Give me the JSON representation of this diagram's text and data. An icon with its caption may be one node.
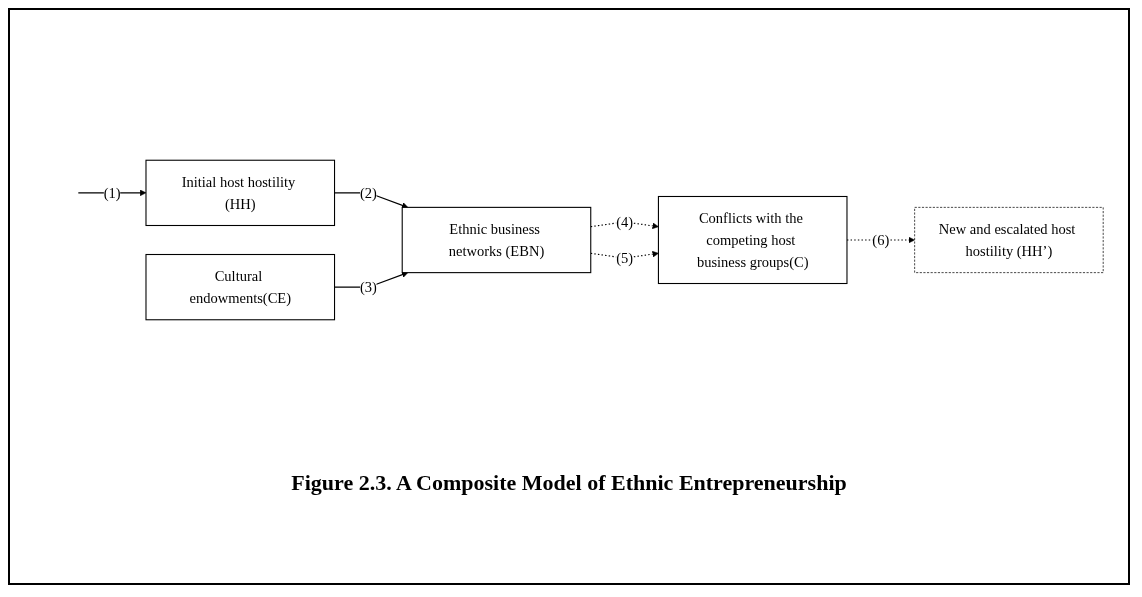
{
  "diagram": {
    "caption": "Figure 2.3.  A Composite Model of Ethnic Entrepreneurship",
    "nodes": [
      {
        "text": [
          "New and escalated host hostility (HH’)"
        ]
      },
      {
        "text": [
          "Initial host hostility (HH)"
        ]
      },
      {
        "text": [
          "Cultural endowments(CE)"
        ]
      },
      {
        "text": [
          "Ethnic business networks (EBN)"
        ]
      },
      {
        "text": [
          "Conflicts with the competing host business groups(C)"
        ]
      }
    ],
    "edges": [
      {
        "from": null,
        "to": 1,
        "arrow": "to",
        "label": "(1)"
      },
      {
        "from": 1,
        "to": 3,
        "arrow": "to",
        "label": "(2)"
      },
      {
        "from": 2,
        "to": 3,
        "arrow": "to",
        "label": "(3)"
      },
      {
        "from": 3,
        "to": 4,
        "arrow": "to",
        "label": "(4)",
        "style": "dashed"
      },
      {
        "from": 3,
        "to": 4,
        "arrow": "to",
        "label": "(5)",
        "style": "dashed"
      },
      {
        "from": 4,
        "to": 0,
        "arrow": "to",
        "label": "(6)",
        "style": "dashed"
      }
    ]
  }
}
